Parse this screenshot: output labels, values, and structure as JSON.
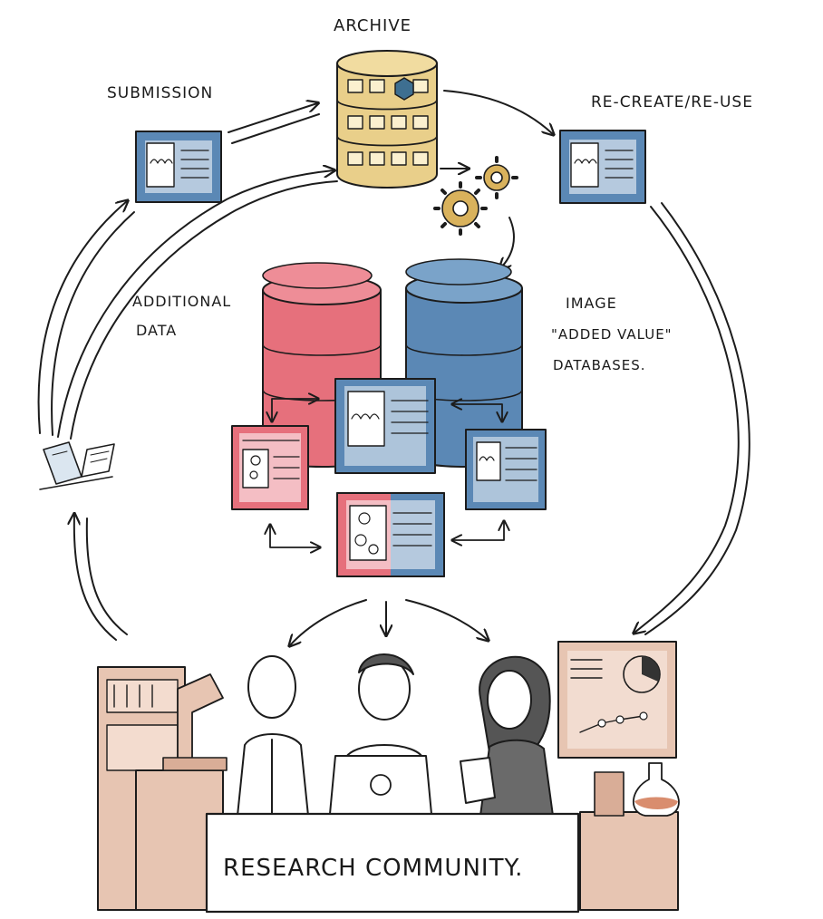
{
  "labels": {
    "archive": "ARCHIVE",
    "submission": "SUBMISSION",
    "recreate": "RE-CREATE/RE-USE",
    "additional_data_1": "ADDITIONAL",
    "additional_data_2": "DATA",
    "image_db_1": "IMAGE",
    "image_db_2": "\"ADDED VALUE\"",
    "image_db_3": "DATABASES.",
    "research_community": "RESEARCH COMMUNITY."
  },
  "colors": {
    "archive_yellow": "#e9cf8a",
    "additional_red": "#e6707c",
    "database_blue": "#5b88b5",
    "gear_gold": "#d9b25c",
    "lab_brown": "#e7c5b2",
    "ink": "#1c1c1c"
  },
  "icons": {
    "archive": "database-icon",
    "gears": "gear-icon",
    "book": "open-book-icon",
    "laptop": "laptop-icon",
    "flask": "flask-icon",
    "microscope": "microscope-icon"
  }
}
